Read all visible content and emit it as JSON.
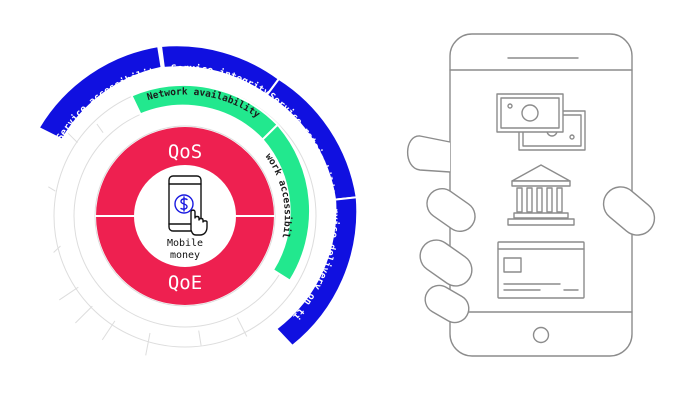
{
  "diagram": {
    "center": {
      "line1": "Mobile",
      "line2": "money"
    },
    "inner_ring": {
      "top": "QoS",
      "bottom": "QoE",
      "color": "#ee2050"
    },
    "green_segments": [
      {
        "label": "Network availability"
      },
      {
        "label": "Network accessibility"
      }
    ],
    "blue_segments": [
      {
        "label": "Service accessibility"
      },
      {
        "label": "Service integrity"
      },
      {
        "label": "Service retainability"
      },
      {
        "label": "Service delivery on time"
      }
    ],
    "colors": {
      "blue": "#1010e0",
      "green": "#22e88e",
      "red": "#ee2050",
      "outline": "#8c8c8c",
      "faint": "#dddddd"
    },
    "icons": {
      "center": "phone-tap-payment-icon",
      "cash": "banknotes-icon",
      "bank": "bank-building-icon",
      "card": "credit-card-icon",
      "device": "hand-holding-phone-icon"
    }
  }
}
